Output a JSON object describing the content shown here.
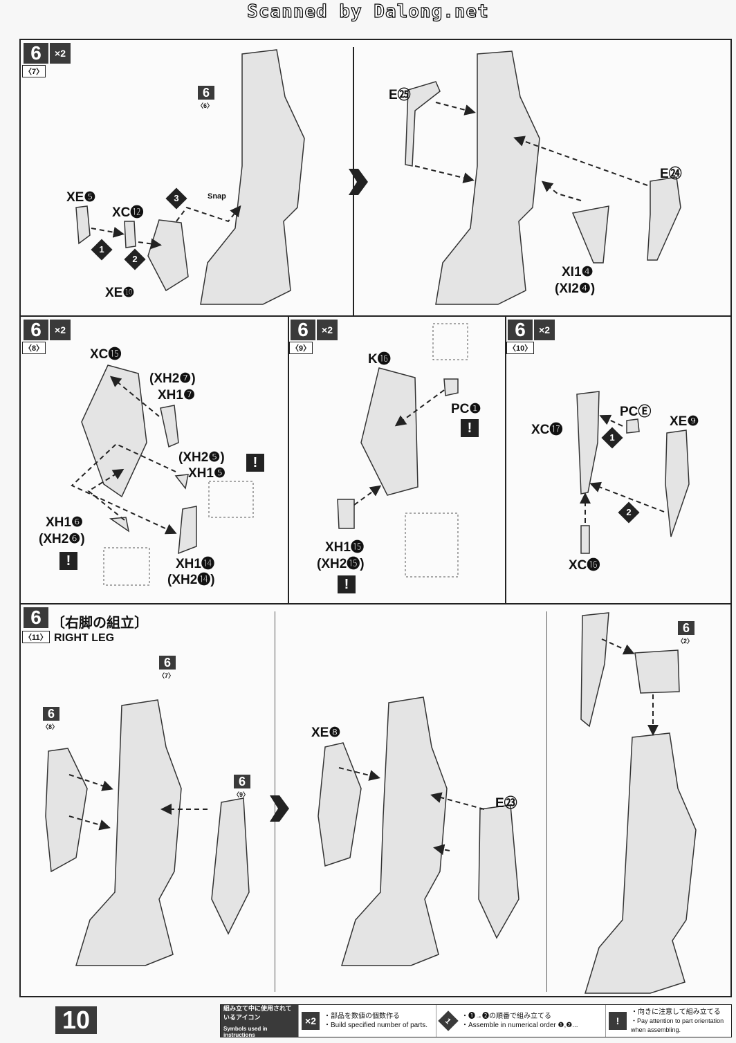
{
  "watermark": "Scanned by Dalong.net",
  "page_number": "10",
  "steps": {
    "s7": {
      "num": "6",
      "sub": "〈7〉",
      "mult": "×2"
    },
    "s8": {
      "num": "6",
      "sub": "〈8〉",
      "mult": "×2"
    },
    "s9": {
      "num": "6",
      "sub": "〈9〉",
      "mult": "×2"
    },
    "s10": {
      "num": "6",
      "sub": "〈10〉",
      "mult": "×2"
    },
    "s11": {
      "num": "6",
      "sub": "〈11〉",
      "jp": "〔右脚の組立〕",
      "en": "RIGHT LEG"
    }
  },
  "refs": {
    "r6": {
      "num": "6",
      "sub": "〈6〉"
    },
    "r7": {
      "num": "6",
      "sub": "〈7〉"
    },
    "r8": {
      "num": "6",
      "sub": "〈8〉"
    },
    "r9": {
      "num": "6",
      "sub": "〈9〉"
    },
    "r2": {
      "num": "6",
      "sub": "〈2〉"
    }
  },
  "labels": {
    "xe5": "XE❺",
    "xc12": "XC⓬",
    "xe10": "XE❿",
    "snap": "Snap",
    "e25": "E㉕",
    "e24": "E㉔",
    "xi14": "XI1❹",
    "xi24": "(XI2❹)",
    "xc15": "XC⓯",
    "xh27": "(XH2❼)",
    "xh17": "XH1❼",
    "xh25": "(XH2❺)",
    "xh15": "XH1❺",
    "xh16": "XH1❻",
    "xh26": "(XH2❻)",
    "xh114": "XH1⓮",
    "xh214": "(XH2⓮)",
    "k16": "K⓰",
    "pc1": "PC❶",
    "xh1_15": "XH1⓯",
    "xh2_15": "(XH2⓯)",
    "pce": "PCⒺ",
    "xe9": "XE❾",
    "xc17": "XC⓱",
    "xc16": "XC⓰",
    "xe8": "XE❽",
    "e23": "E㉓"
  },
  "step_markers": {
    "one": "1",
    "two": "2",
    "three": "3"
  },
  "warn": "!",
  "legend": {
    "head_jp": "組み立て中に使用されているアイコン",
    "head_en": "Symbols used in instructions",
    "icon_x2": "×2",
    "x2_jp": "・部品を数値の個数作る",
    "x2_en": "・Build specified number of parts.",
    "icon_step": "1",
    "step_jp": "・❶→❷の順番で組み立てる",
    "step_en": "・Assemble in numerical order ❶,❷...",
    "icon_warn": "!",
    "warn_jp": "・向きに注意して組み立てる",
    "warn_en": "・Pay attention to part orientation when assembling."
  },
  "colors": {
    "panel_border": "#222222",
    "badge": "#3a3a3a",
    "part_fill": "#e4e4e4",
    "part_stroke": "#333333"
  }
}
